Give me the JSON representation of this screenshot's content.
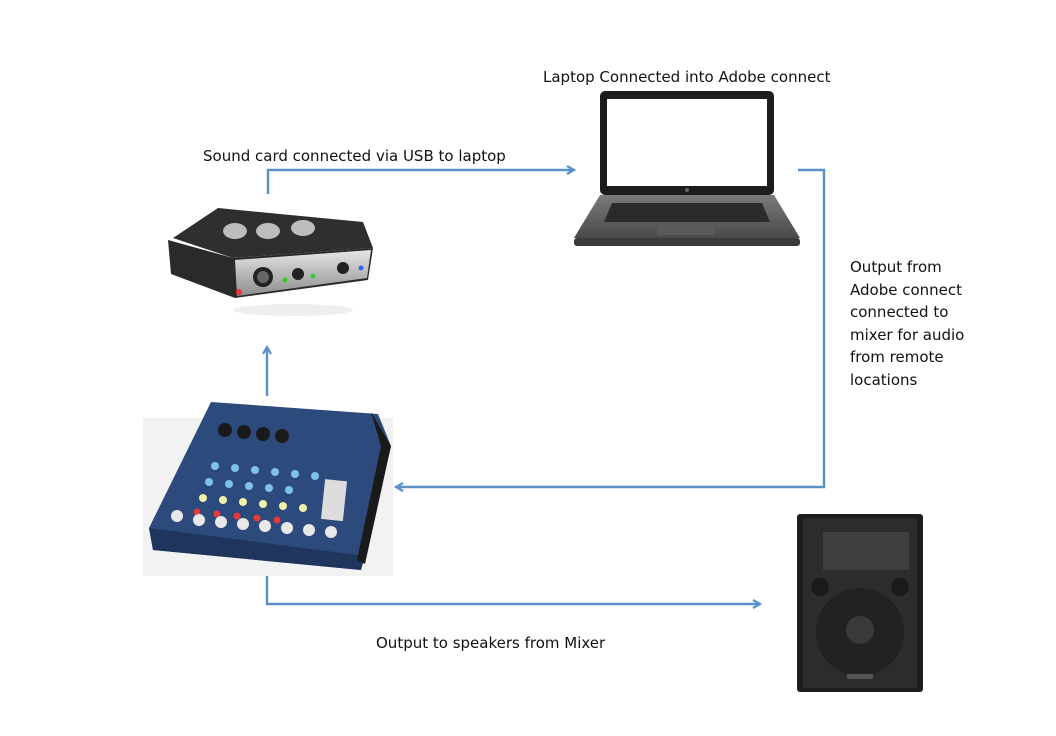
{
  "labels": {
    "laptop": "Laptop Connected into Adobe connect",
    "usb": "Sound card connected via USB to laptop",
    "adobe_output": [
      "Output from",
      "Adobe connect",
      "connected to",
      "mixer for audio",
      "from remote",
      "locations"
    ],
    "speakers": "Output to speakers from Mixer"
  },
  "devices": {
    "laptop": "laptop-image",
    "sound_card": "sound-card-image",
    "mixer": "audio-mixer-image",
    "speaker": "speaker-image"
  },
  "colors": {
    "connector": "#5b8fc7",
    "mixer_body": "#2d4a7c",
    "device_dark": "#2a2a2a"
  }
}
